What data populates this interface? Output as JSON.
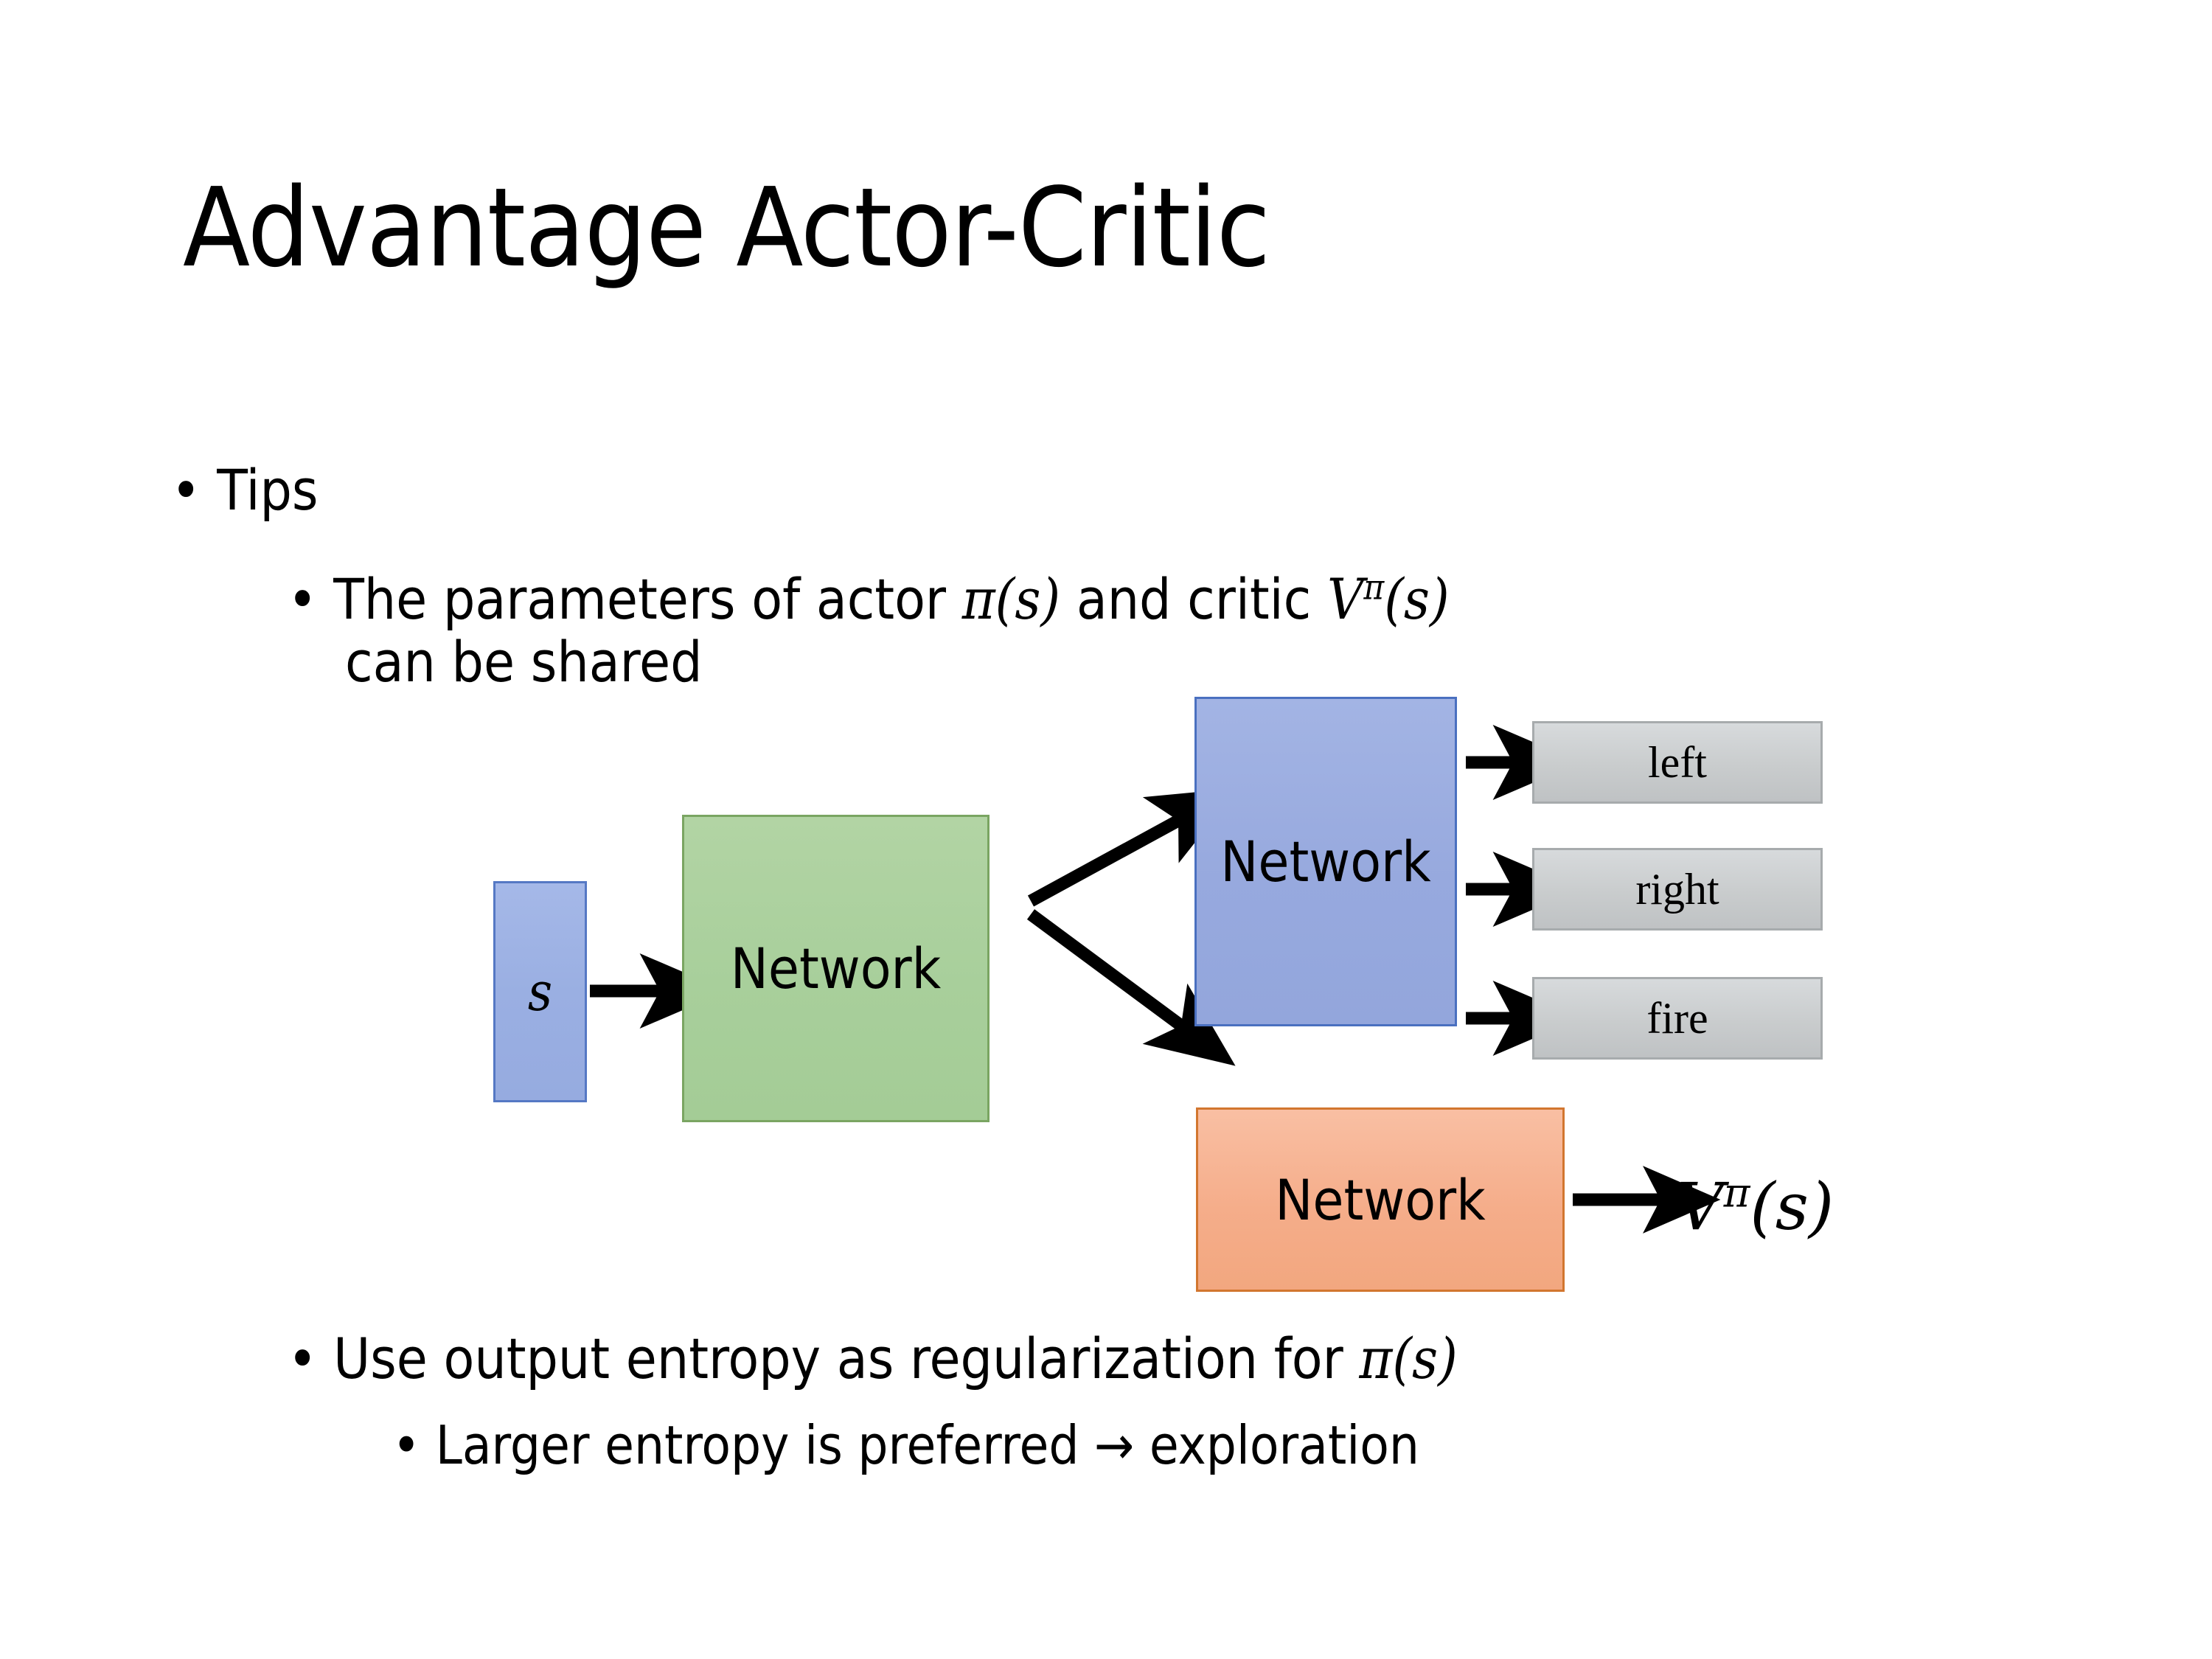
{
  "slide": {
    "title": "Advantage Actor-Critic",
    "background": "#ffffff"
  },
  "bullets": {
    "level1_tips": "Tips",
    "level2_params_line1_pre": "The parameters of actor ",
    "level2_params_math1": "π(s)",
    "level2_params_mid": "  and critic ",
    "level2_params_math2_base": "V",
    "level2_params_math2_sup": "π",
    "level2_params_math2_arg": "(s)",
    "level2_params_line2": "can be shared",
    "level2_entropy_pre": "Use output entropy as regularization for ",
    "level2_entropy_math": "π(s)",
    "level3_larger": "Larger entropy is preferred → exploration",
    "bullet_glyph": "•"
  },
  "diagram": {
    "input_box_label": "s",
    "shared_network_label": "Network",
    "actor_network_label": "Network",
    "critic_network_label": "Network",
    "actions": [
      {
        "label": "left"
      },
      {
        "label": "right"
      },
      {
        "label": "fire"
      }
    ],
    "value_output_base": "V",
    "value_output_sup": "π",
    "value_output_arg": "(s)",
    "colors": {
      "input_box_fill": "#9aafe2",
      "input_box_border": "#5578c4",
      "shared_box_fill": "#a8cf9b",
      "shared_box_border": "#7aa562",
      "actor_box_fill": "#97a9de",
      "actor_box_border": "#4a70c0",
      "critic_box_fill": "#f5ad8a",
      "critic_box_border": "#d2762f",
      "action_box_fill": "#c9cccd",
      "action_box_border": "#a7abad",
      "arrow_color": "#000000"
    }
  }
}
